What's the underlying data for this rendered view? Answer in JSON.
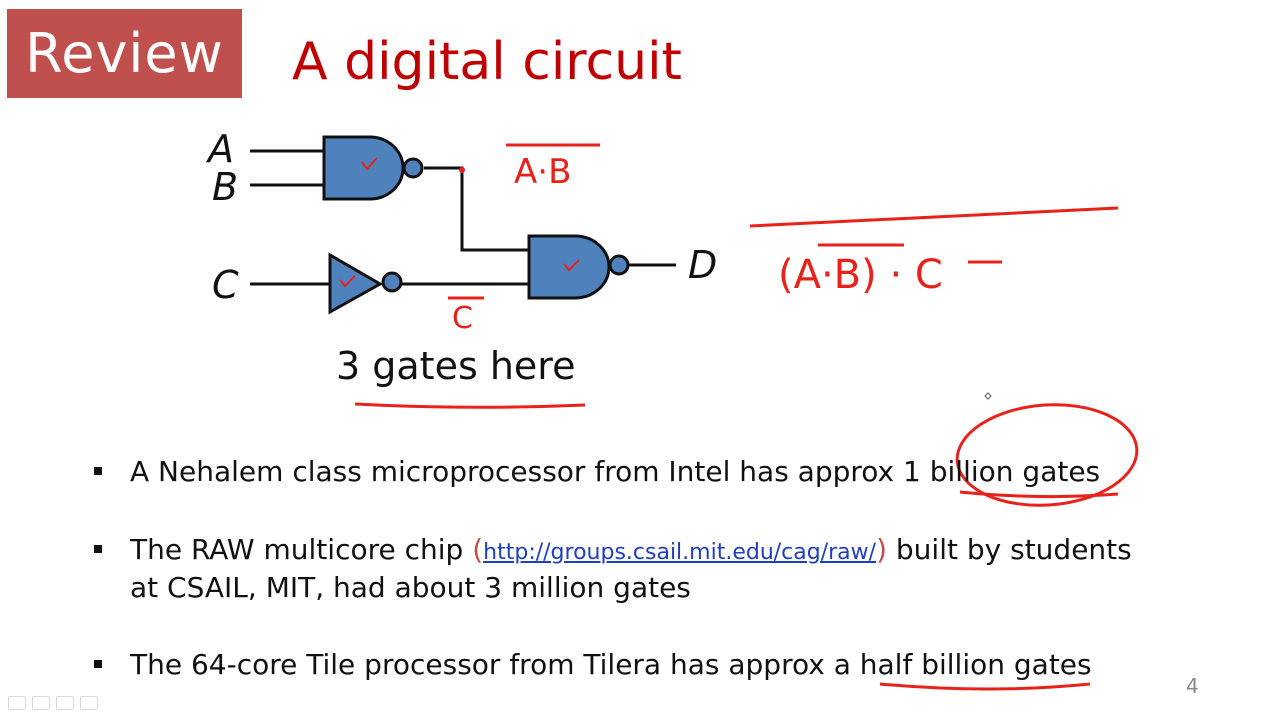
{
  "slide": {
    "badge": "Review",
    "title": "A digital circuit",
    "page_number": "4"
  },
  "circuit": {
    "inputs": [
      "A",
      "B",
      "C"
    ],
    "output": "D",
    "caption": "3 gates here",
    "gates": [
      "nand-gate-1",
      "not-gate",
      "nand-gate-2"
    ]
  },
  "annotations": {
    "ab_bar": "A·B",
    "c_bar": "C",
    "expression": "(A·B) · C"
  },
  "colors": {
    "badge": "#c0504d",
    "title": "#c00000",
    "gate_fill": "#4f81bd",
    "ink_red": "#e8221b",
    "link": "#1f3fbf"
  },
  "bullets": [
    {
      "text": "A Nehalem class microprocessor from Intel has approx ",
      "highlight": "1 billion gates"
    },
    {
      "before_link": "The RAW multicore chip ",
      "paren_open": "(",
      "link": "http://groups.csail.mit.edu/cag/raw/",
      "paren_close": ")",
      "after_link": " built by students",
      "line2": "at CSAIL, MIT,  had about 3 million gates"
    },
    {
      "text": "The 64-core Tile processor from Tilera has approx ",
      "highlight": "a half billion gates"
    }
  ]
}
